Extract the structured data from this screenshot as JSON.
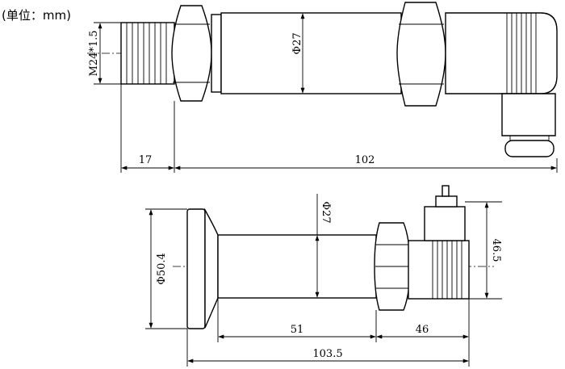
{
  "unit_label": "(单位：mm)",
  "top_view": {
    "thread_label": "M24*1.5",
    "body_dia_label": "Φ27",
    "dim_thread_len": "17",
    "dim_total_len": "102"
  },
  "bottom_view": {
    "flange_dia_label": "Φ50.4",
    "body_dia_label": "Φ27",
    "connector_height_label": "46.5",
    "dim_body_len": "51",
    "dim_connector_len": "46",
    "dim_total_len": "103.5"
  }
}
